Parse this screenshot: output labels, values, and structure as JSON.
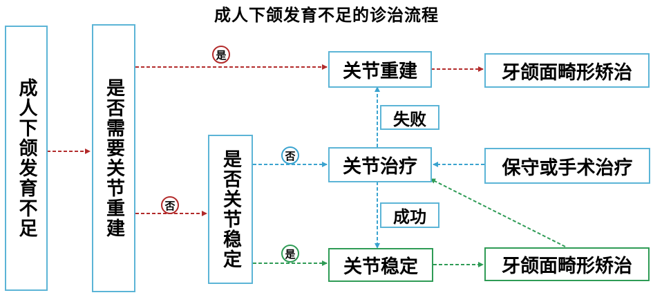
{
  "title": "成人下颌发育不足的诊治流程",
  "nodes": {
    "start": "成人下颌发育不足",
    "decision_rebuild": "是否需要关节重建",
    "decision_stable": "是否关节稳定",
    "joint_rebuild": "关节重建",
    "ortho_top": "牙颌面畸形矫治",
    "joint_treatment": "关节治疗",
    "conservative": "保守或手术治疗",
    "joint_stable": "关节稳定",
    "ortho_bottom": "牙颌面畸形矫治"
  },
  "labels": {
    "yes_top": "是",
    "no_middle": "否",
    "no_left": "否",
    "yes_bottom": "是",
    "fail": "失败",
    "success": "成功"
  },
  "colors": {
    "red": "#b22a2a",
    "blue": "#3aa3cf",
    "green": "#2e9b55",
    "box_border": "#5bb4d6"
  }
}
